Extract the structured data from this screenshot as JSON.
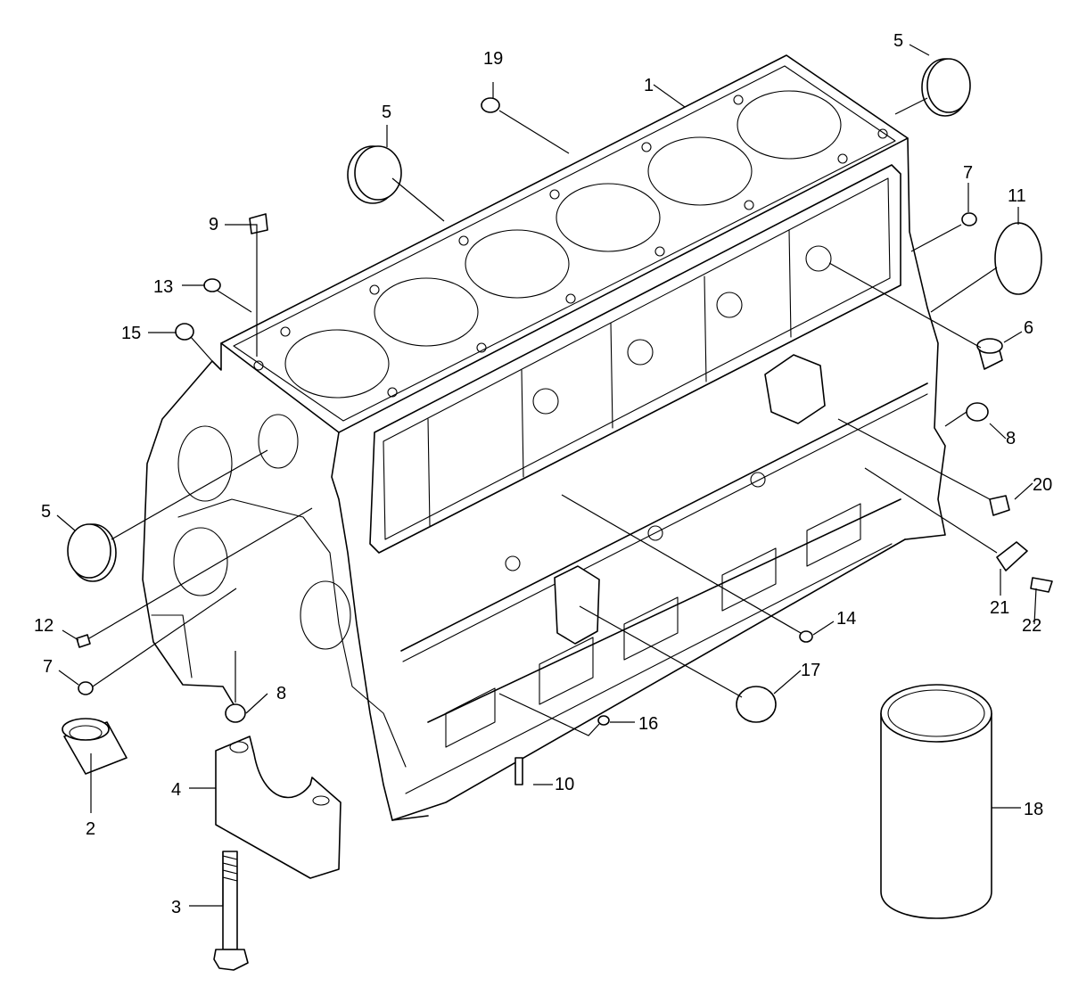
{
  "diagram": {
    "callouts": [
      {
        "id": "c1",
        "label": "1"
      },
      {
        "id": "c2",
        "label": "2"
      },
      {
        "id": "c3",
        "label": "3"
      },
      {
        "id": "c4",
        "label": "4"
      },
      {
        "id": "c5a",
        "label": "5"
      },
      {
        "id": "c5b",
        "label": "5"
      },
      {
        "id": "c5c",
        "label": "5"
      },
      {
        "id": "c6",
        "label": "6"
      },
      {
        "id": "c7a",
        "label": "7"
      },
      {
        "id": "c7b",
        "label": "7"
      },
      {
        "id": "c8a",
        "label": "8"
      },
      {
        "id": "c8b",
        "label": "8"
      },
      {
        "id": "c9",
        "label": "9"
      },
      {
        "id": "c10",
        "label": "10"
      },
      {
        "id": "c11",
        "label": "11"
      },
      {
        "id": "c12",
        "label": "12"
      },
      {
        "id": "c13",
        "label": "13"
      },
      {
        "id": "c14",
        "label": "14"
      },
      {
        "id": "c15",
        "label": "15"
      },
      {
        "id": "c16",
        "label": "16"
      },
      {
        "id": "c17",
        "label": "17"
      },
      {
        "id": "c18",
        "label": "18"
      },
      {
        "id": "c19",
        "label": "19"
      },
      {
        "id": "c20",
        "label": "20"
      },
      {
        "id": "c21",
        "label": "21"
      },
      {
        "id": "c22",
        "label": "22"
      }
    ]
  }
}
